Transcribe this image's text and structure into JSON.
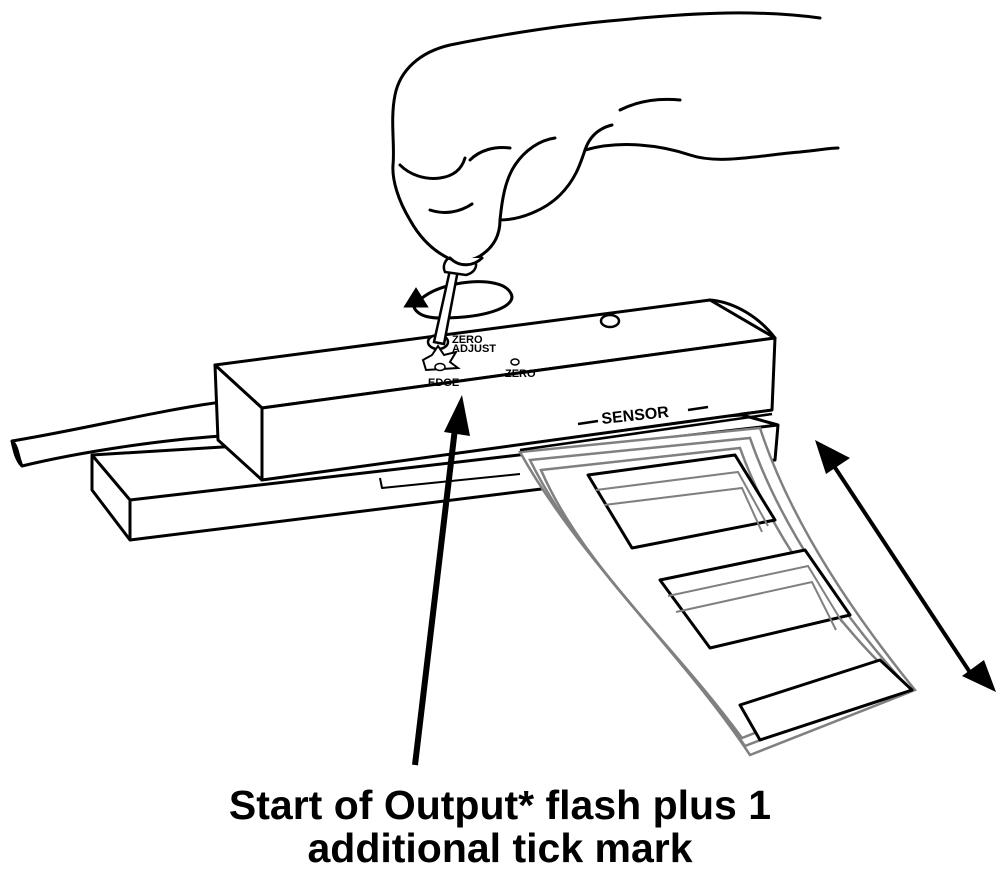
{
  "device": {
    "zero_adjust_line1": "ZERO",
    "zero_adjust_line2": "ADJUST",
    "edge_label": "EDGE",
    "zero_label": "ZERO",
    "sensor_label": "SENSOR"
  },
  "caption": {
    "line1": "Start of Output* flash plus 1",
    "line2": "additional tick mark"
  },
  "colors": {
    "ink": "#000000",
    "label_sheet": "#808080"
  }
}
